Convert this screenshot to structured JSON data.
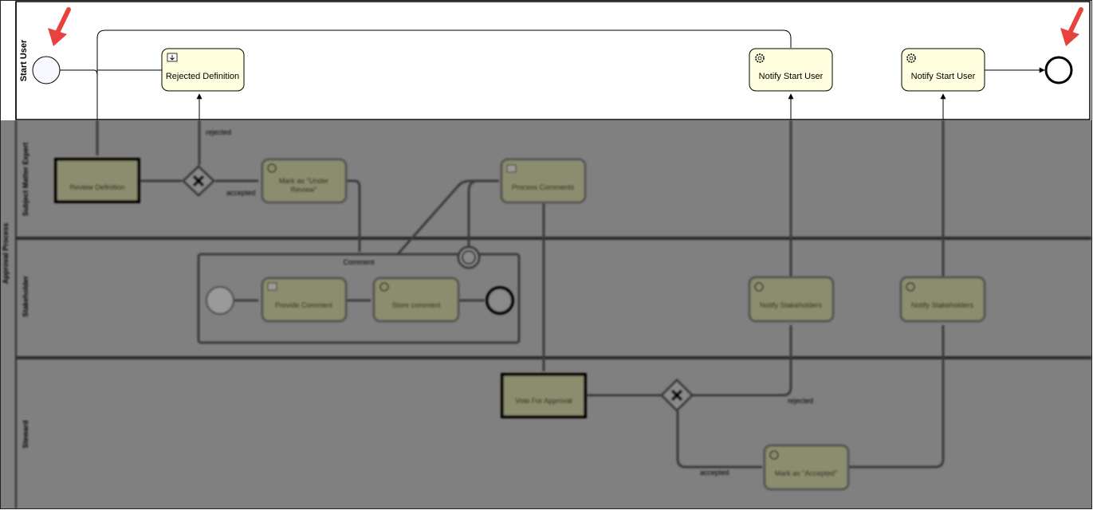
{
  "colors": {
    "task_fill": "#ffffe0",
    "overlay": "#808080",
    "arrow_red": "#e8413e",
    "stroke": "#000000"
  },
  "pool": {
    "name": "Approval Process",
    "lanes": {
      "start_user": "Start User",
      "sme": "Subject Matter Expert",
      "stakeholder": "Stakeholder",
      "steward": "Steward"
    }
  },
  "tasks": {
    "rejected_definition": "Rejected Definition",
    "notify_start_user_1": "Notify Start User",
    "notify_start_user_2": "Notify Start User",
    "review_definition": "Review Definition",
    "mark_under_review_line1": "Mark as \"Under",
    "mark_under_review_line2": "Review\"",
    "process_comments": "Process Comments",
    "provide_comment": "Provide Comment",
    "store_comment": "Store comment",
    "notify_stakeholders_1": "Notify Stakeholders",
    "notify_stakeholders_2": "Notify Stakeholders",
    "vote_for_approval": "Vote For Approval",
    "mark_accepted": "Mark as \"Accepted\""
  },
  "subprocess": {
    "comment": "Comment"
  },
  "flow_labels": {
    "rejected_1": "rejected",
    "accepted_1": "accepted",
    "rejected_2": "rejected",
    "accepted_2": "accepted"
  },
  "icons": {
    "start_event": "start-event-icon",
    "end_event": "end-event-icon",
    "gear": "gear-icon",
    "user": "user-task-icon",
    "red_arrow": "red-arrow-icon"
  }
}
